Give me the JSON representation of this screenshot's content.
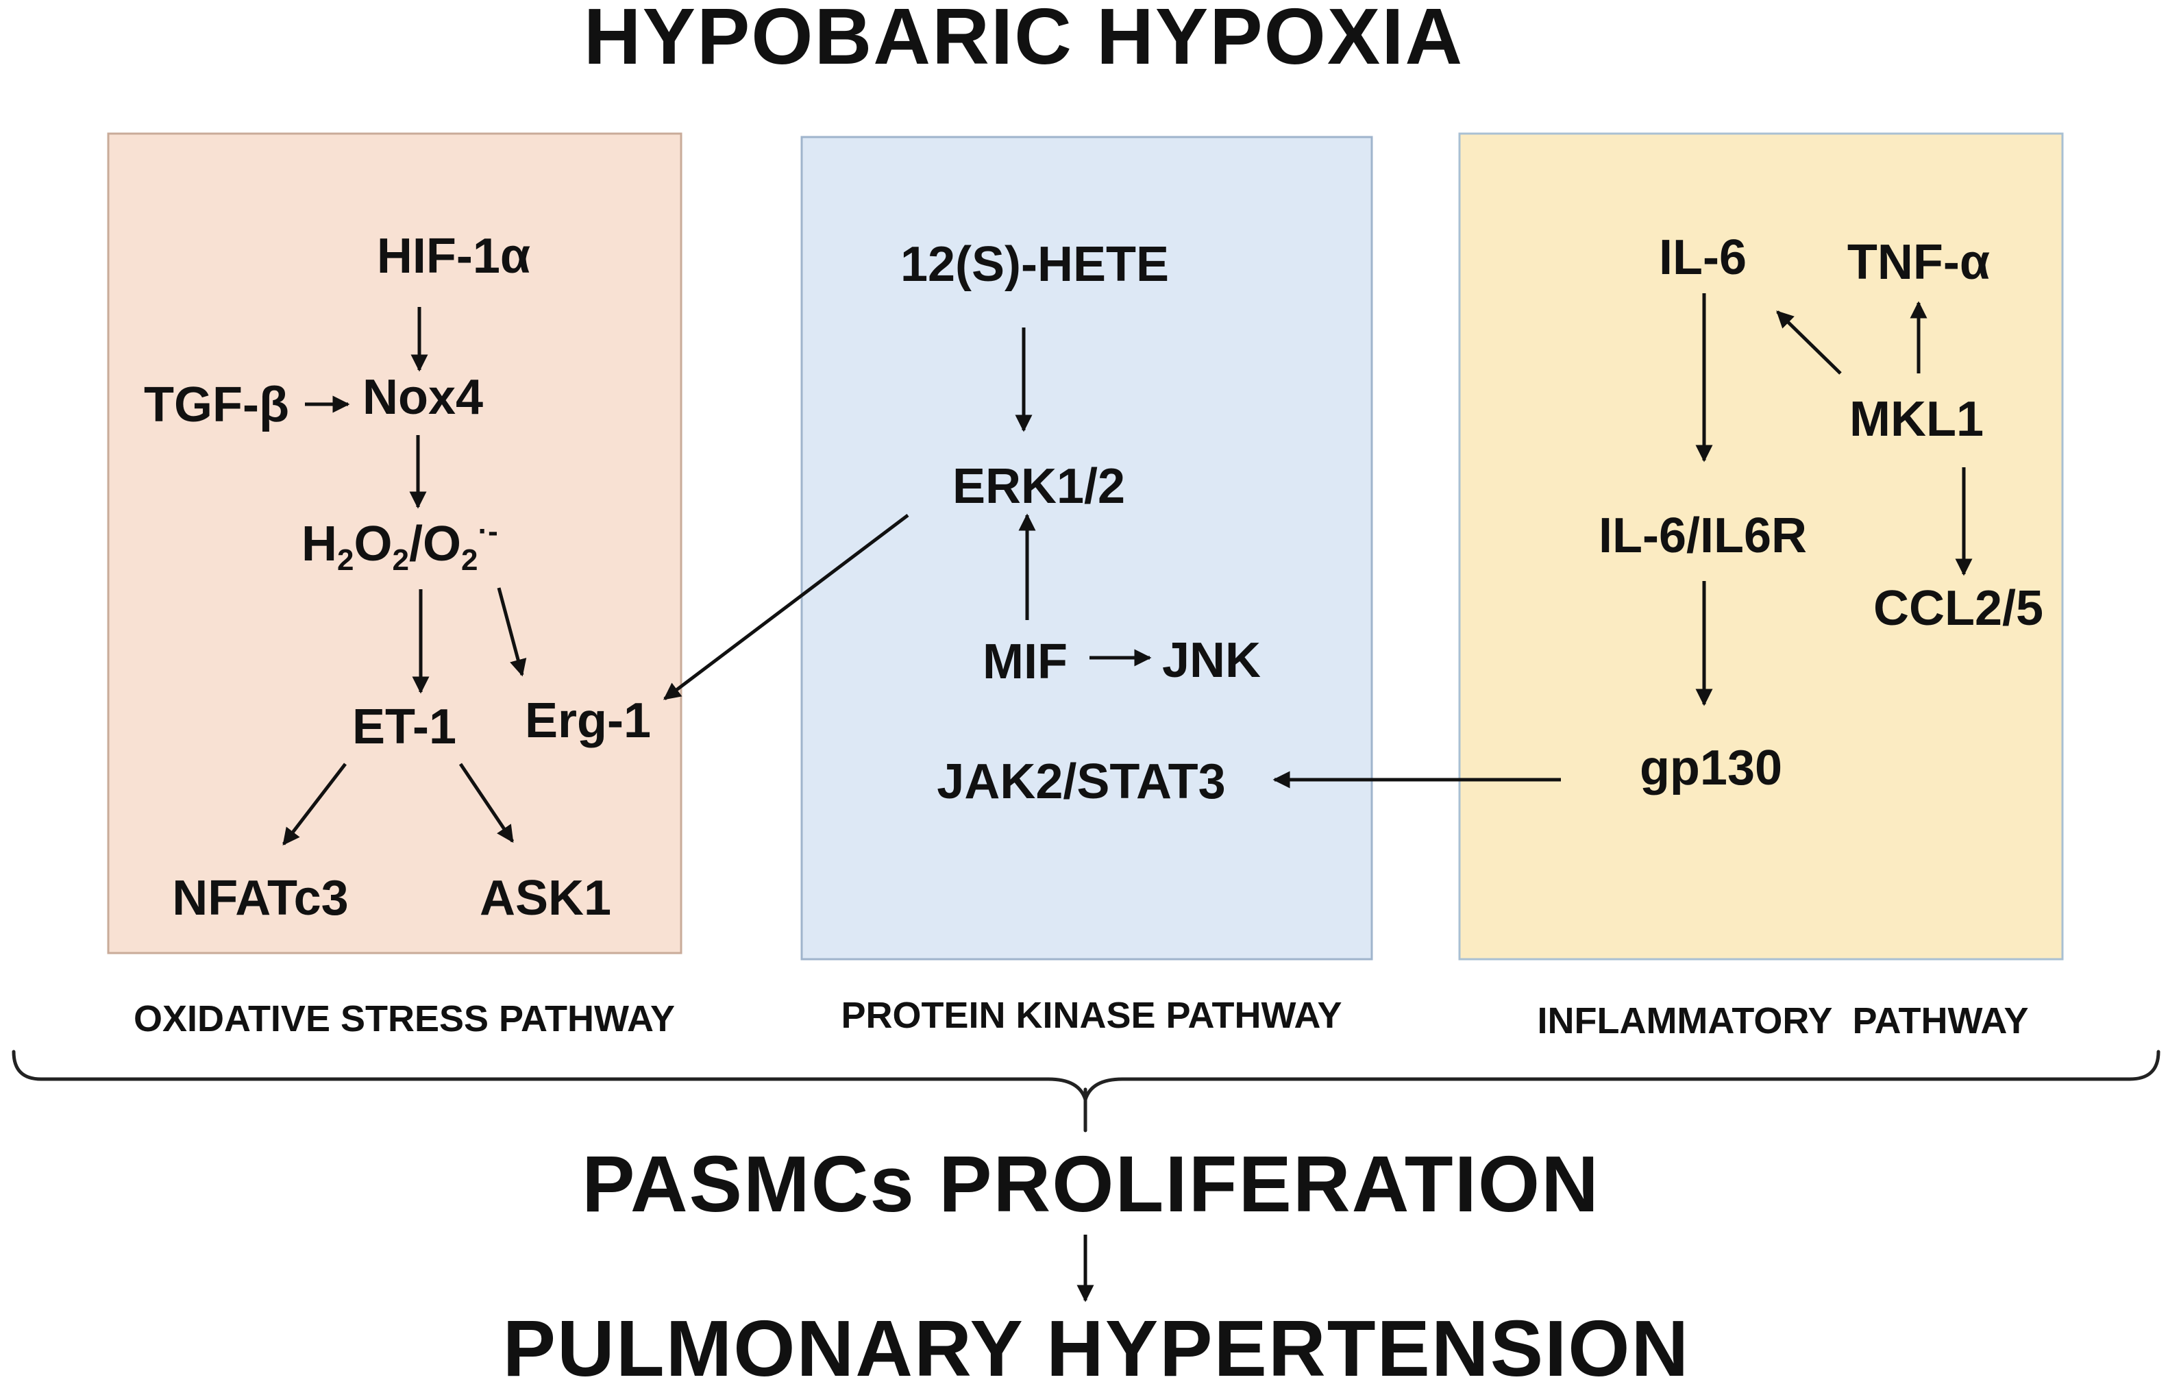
{
  "title": "HYPOBARIC HYPOXIA",
  "colors": {
    "oxidative_bg": "#F8E1D3",
    "oxidative_border": "#C9AB99",
    "kinase_bg": "#DDE8F5",
    "kinase_border": "#9FB4CC",
    "inflammatory_bg": "#FBEBC2",
    "inflammatory_border": "#A9C0D3",
    "text": "#111111",
    "arrow": "#111111"
  },
  "panels": {
    "oxidative": {
      "caption": "OXIDATIVE STRESS PATHWAY",
      "nodes": {
        "hif1a": "HIF-1α",
        "tgfb": "TGF-β",
        "nox4": "Nox4",
        "h2o2": {
          "a": "H",
          "b": "2",
          "c": "O",
          "d": "2",
          "e": "/O",
          "f": "2",
          "g": "·-"
        },
        "et1": "ET-1",
        "erg1": "Erg-1",
        "nfatc3": "NFATc3",
        "ask1": "ASK1"
      }
    },
    "kinase": {
      "caption": "PROTEIN KINASE PATHWAY",
      "nodes": {
        "hete": "12(S)-HETE",
        "erk": "ERK1/2",
        "mif": "MIF",
        "jnk": "JNK",
        "jak": "JAK2/STAT3"
      }
    },
    "inflammatory": {
      "caption": "INFLAMMATORY  PATHWAY",
      "nodes": {
        "il6": "IL-6",
        "tnfa": "TNF-α",
        "mkl1": "MKL1",
        "il6r": "IL-6/IL6R",
        "ccl": "CCL2/5",
        "gp130": "gp130"
      }
    }
  },
  "outcome": {
    "proliferation": "PASMCs PROLIFERATION",
    "hypertension": "PULMONARY HYPERTENSION"
  }
}
